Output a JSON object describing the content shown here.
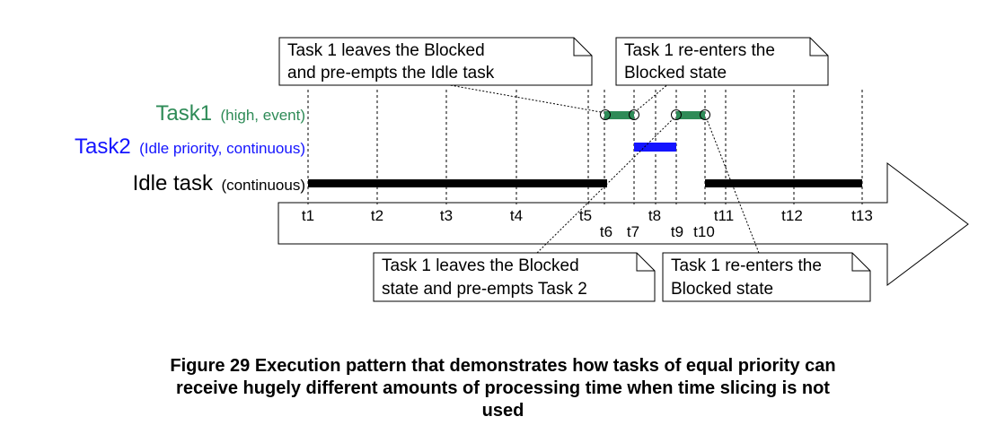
{
  "task_labels": [
    {
      "name": "Task1",
      "detail": "(high, event)",
      "color": "#2e8b57"
    },
    {
      "name": "Task2",
      "detail": "(Idle priority, continuous)",
      "color": "#1414ff"
    },
    {
      "name": "Idle task",
      "detail": "(continuous)",
      "color": "#000000"
    }
  ],
  "ticks_upper": [
    "t1",
    "t2",
    "t3",
    "t4",
    "t5",
    "t8",
    "t11",
    "t12",
    "t13"
  ],
  "ticks_lower": [
    "t6",
    "t7",
    "t9",
    "t10"
  ],
  "callouts": {
    "top_left": [
      "Task 1 leaves the Blocked",
      "and pre-empts the Idle task"
    ],
    "top_right": [
      "Task 1 re-enters the",
      "Blocked state"
    ],
    "bottom_left": [
      "Task 1 leaves the Blocked",
      "state and pre-empts Task 2"
    ],
    "bottom_right": [
      "Task 1 re-enters the",
      "Blocked state"
    ]
  },
  "caption": [
    "Figure 29 Execution pattern that demonstrates how tasks of equal priority can",
    "receive hugely different amounts of processing time when time slicing is not",
    "used"
  ],
  "colors": {
    "task1": "#2e8b57",
    "task2": "#1414ff",
    "idle": "#000000"
  }
}
